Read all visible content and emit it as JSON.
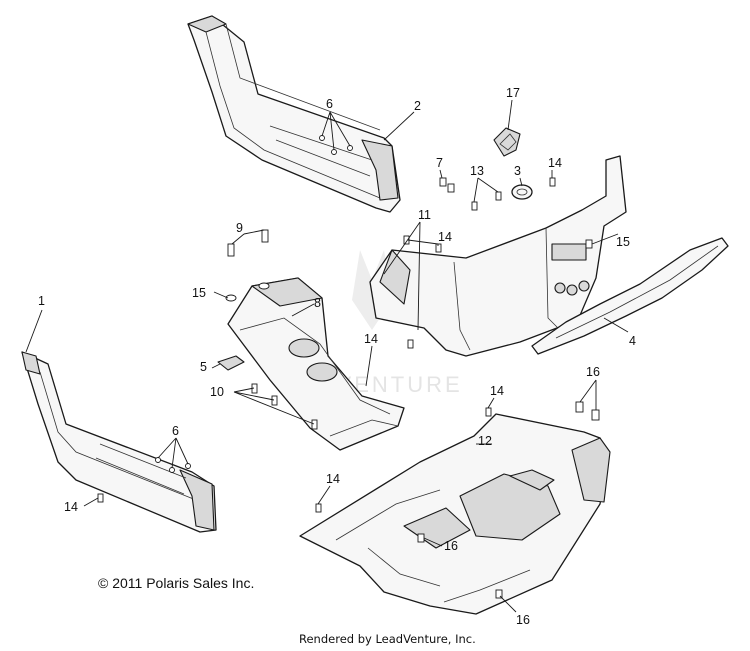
{
  "callouts": [
    {
      "id": "c1",
      "label": "1"
    },
    {
      "id": "c2",
      "label": "2"
    },
    {
      "id": "c3",
      "label": "3"
    },
    {
      "id": "c4",
      "label": "4"
    },
    {
      "id": "c5",
      "label": "5"
    },
    {
      "id": "c6a",
      "label": "6"
    },
    {
      "id": "c6b",
      "label": "6"
    },
    {
      "id": "c7",
      "label": "7"
    },
    {
      "id": "c8",
      "label": "8"
    },
    {
      "id": "c9",
      "label": "9"
    },
    {
      "id": "c10",
      "label": "10"
    },
    {
      "id": "c11",
      "label": "11"
    },
    {
      "id": "c12",
      "label": "12"
    },
    {
      "id": "c13",
      "label": "13"
    },
    {
      "id": "c14a",
      "label": "14"
    },
    {
      "id": "c14b",
      "label": "14"
    },
    {
      "id": "c14c",
      "label": "14"
    },
    {
      "id": "c14d",
      "label": "14"
    },
    {
      "id": "c14e",
      "label": "14"
    },
    {
      "id": "c14f",
      "label": "14"
    },
    {
      "id": "c15a",
      "label": "15"
    },
    {
      "id": "c15b",
      "label": "15"
    },
    {
      "id": "c16a",
      "label": "16"
    },
    {
      "id": "c16b",
      "label": "16"
    },
    {
      "id": "c16c",
      "label": "16"
    },
    {
      "id": "c17",
      "label": "17"
    }
  ],
  "watermark": "ADVENTURE",
  "copyright": "© 2011 Polaris Sales Inc.",
  "rendered_by": "Rendered by LeadVenture, Inc."
}
